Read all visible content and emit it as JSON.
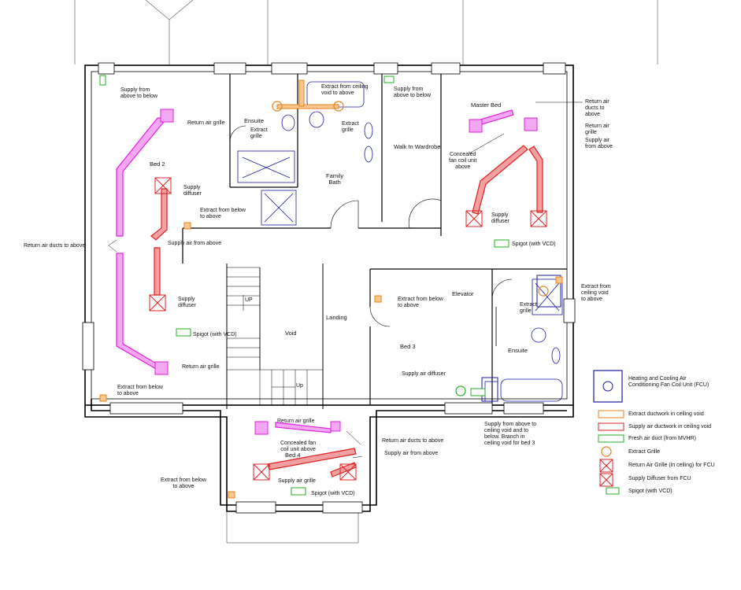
{
  "rooms": {
    "bed2": "Bed 2",
    "ensuite_top": "Ensuite",
    "family_bath": "Family\nBath",
    "walk_in_wardrobe": "Walk In Wardrobe",
    "master_bed": "Master Bed",
    "landing": "Landing",
    "void": "Void",
    "elevator": "Elevator",
    "bed3": "Bed 3",
    "ensuite_right": "Ensuite",
    "bed4": "Bed 4",
    "up_top": "UP",
    "up_bottom": "Up"
  },
  "annotations": {
    "supply_from_above_below_left": "Supply from\nabove to below",
    "return_air_grille_bed2_top": "Return air grille",
    "extract_grille_ensuite": "Extract\ngrille",
    "extract_ceiling_void_top": "Extract from ceiling\nvoid to above",
    "extract_grille_bath": "Extract\ngrille",
    "supply_from_above_below_wardrobe": "Supply from\nabove to below",
    "return_air_ducts_above_master": "Return air\nducts to\nabove",
    "return_air_grille_master": "Return air\ngrille",
    "supply_air_from_above_master": "Supply air\nfrom above",
    "concealed_fcu_master": "Concealed\nfan coil unit\nabove",
    "supply_diffuser_master": "Supply\ndiffuser",
    "spigot_master": "Spigot (with VCD)",
    "supply_diffuser_bed2_top": "Supply\ndiffuser",
    "extract_below_above_bed2": "Extract from below\nto above",
    "return_air_ducts_above_left": "Return air ducts to above",
    "supply_air_from_above_bed2": "Supply air from above",
    "supply_diffuser_bed2_bottom": "Supply\ndiffuser",
    "spigot_bed2": "Spigot (with VCD)",
    "return_air_grille_bed2_bottom": "Return air grille",
    "extract_below_above_bed2_bottom": "Extract from below\nto above",
    "extract_below_above_bed3": "Extract from below\nto above",
    "extract_ceiling_void_right": "Extract from\nceiling void\nto above",
    "extract_grille_right": "Extract\ngrille",
    "supply_air_diffuser_bed3": "Supply air diffuser",
    "supply_above_bed3": "Supply from above to\nceiling void and to\nbelow. Branch in\nceiling void for bed 3",
    "return_air_grille_bed4": "Return air grille",
    "concealed_fcu_bed4": "Concealed fan\ncoil unit above",
    "return_air_ducts_above_bed4": "Return air ducts to above",
    "supply_air_from_above_bed4": "Supply air from above",
    "supply_air_grille_bed4": "Supply air grille",
    "spigot_bed4": "Spigot (with VCD)",
    "extract_below_above_bed4": "Extract from below\nto above"
  },
  "legend": [
    {
      "label": "Heating and Cooling Air\nConditioning Fan Coil Unit (FCU)",
      "icon": "fcu-icon",
      "color": "#1a1aa8"
    },
    {
      "label": "Extract ductwork in ceiling void",
      "icon": "extract-duct-icon",
      "color": "#e8801a"
    },
    {
      "label": "Supply air ductwork in ceiling void",
      "icon": "supply-duct-icon",
      "color": "#e02020"
    },
    {
      "label": "Fresh air duct (from MVHR)",
      "icon": "fresh-air-duct-icon",
      "color": "#22b022"
    },
    {
      "label": "Extract Grille",
      "icon": "extract-grille-icon",
      "color": "#e8801a"
    },
    {
      "label": "Return Air Grille (in ceiling) for FCU",
      "icon": "return-grille-icon",
      "color": "#e02020"
    },
    {
      "label": "Supply Diffuser from FCU",
      "icon": "supply-diffuser-icon",
      "color": "#e02020"
    },
    {
      "label": "Spigot (with VCD)",
      "icon": "spigot-icon",
      "color": "#22b022"
    }
  ],
  "colors": {
    "wall": "#000000",
    "extract": "#e8801a",
    "supply": "#e02020",
    "return": "#e020e0",
    "fresh": "#22b022",
    "fixture": "#1a1aa8"
  }
}
